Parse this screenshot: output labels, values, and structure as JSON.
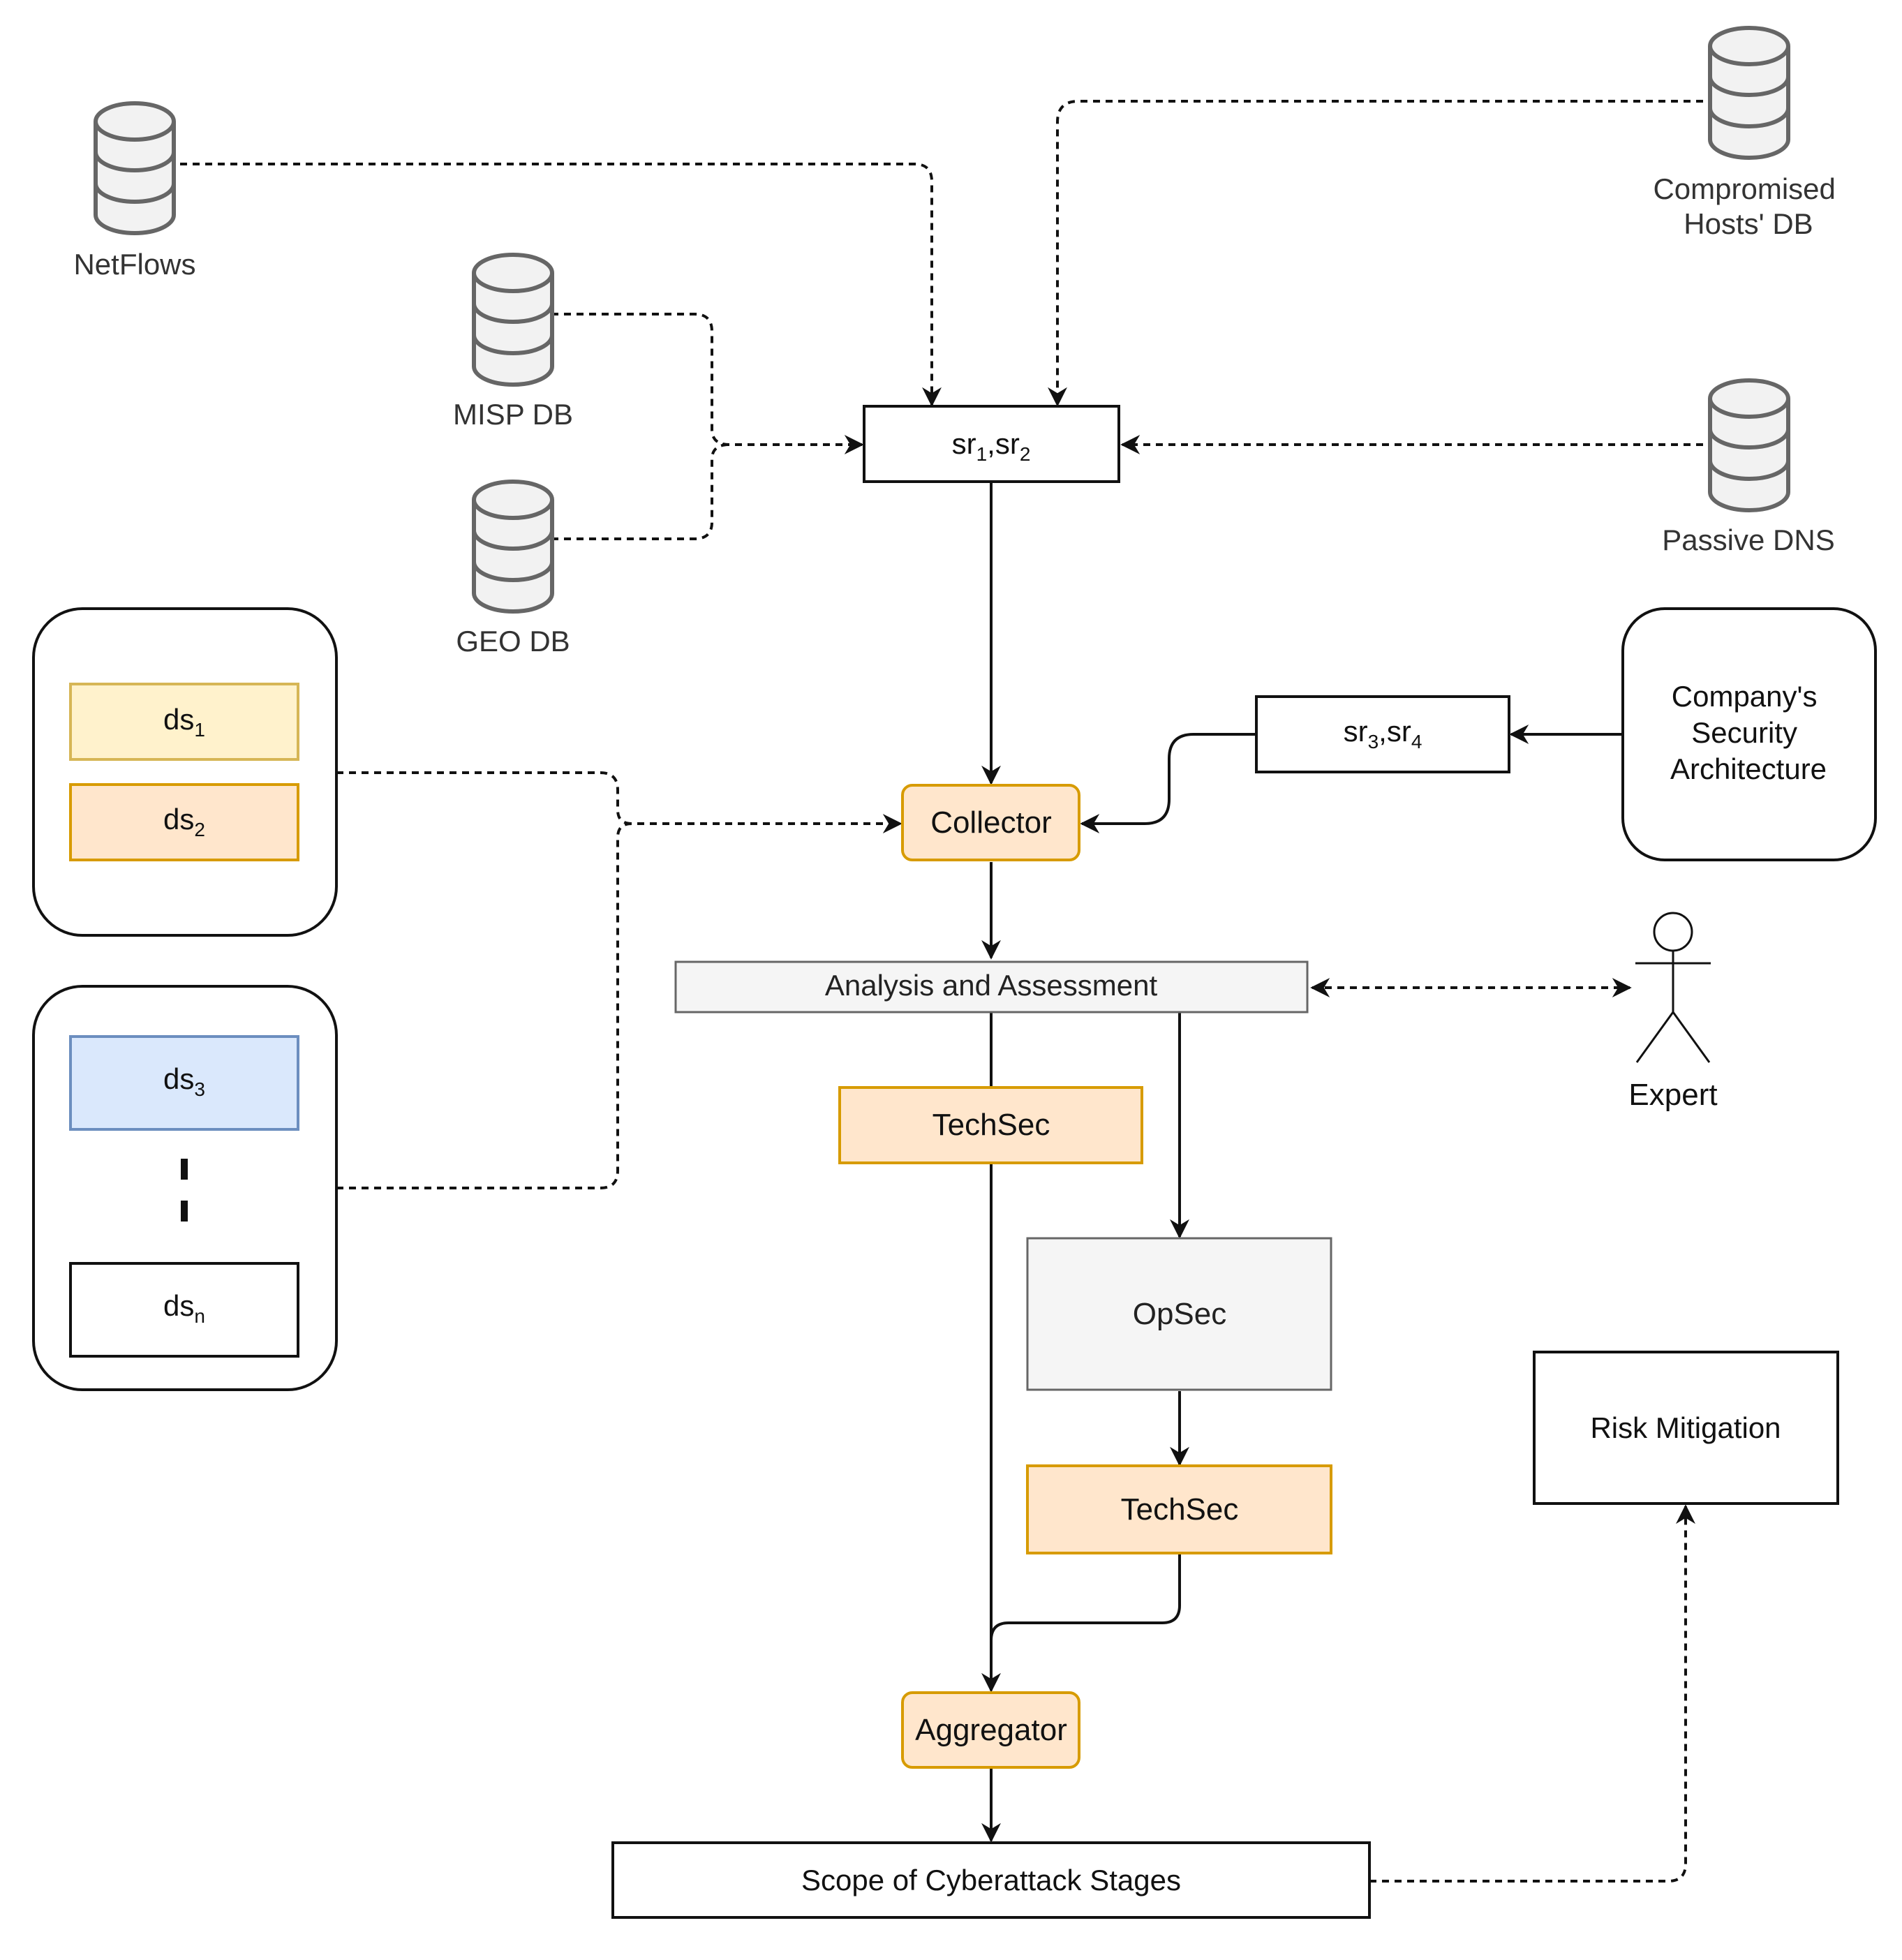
{
  "databases": {
    "netflows": "NetFlows",
    "misp": "MISP DB",
    "geo": "GEO DB",
    "compromised_line1": "Compromised",
    "compromised_line2": "Hosts' DB",
    "passive_dns": "Passive DNS"
  },
  "sr12": {
    "a": "sr",
    "a_sub": "1",
    "sep": ",",
    "b": "sr",
    "b_sub": "2"
  },
  "sr34": {
    "a": "sr",
    "a_sub": "3",
    "sep": ",",
    "b": "sr",
    "b_sub": "4"
  },
  "company_arch": {
    "line1": "Company's",
    "line2": "Security",
    "line3": "Architecture"
  },
  "data_sources": {
    "ds1": {
      "base": "ds",
      "sub": "1"
    },
    "ds2": {
      "base": "ds",
      "sub": "2"
    },
    "ds3": {
      "base": "ds",
      "sub": "3"
    },
    "dsn": {
      "base": "ds",
      "sub": "n"
    }
  },
  "collector": "Collector",
  "analysis": "Analysis and Assessment",
  "expert": "Expert",
  "techsec_1": "TechSec",
  "opsec": "OpSec",
  "techsec_2": "TechSec",
  "aggregator": "Aggregator",
  "scope": "Scope of Cyberattack Stages",
  "risk": "Risk Mitigation",
  "colors": {
    "yellow_fill": "#fff2cc",
    "yellow_stroke": "#d6b656",
    "orange_fill": "#ffe6cc",
    "orange_stroke": "#d79b00",
    "blue_fill": "#dae8fc",
    "blue_stroke": "#6c8ebf",
    "gray_fill": "#f5f5f5",
    "gray_stroke": "#666666"
  }
}
